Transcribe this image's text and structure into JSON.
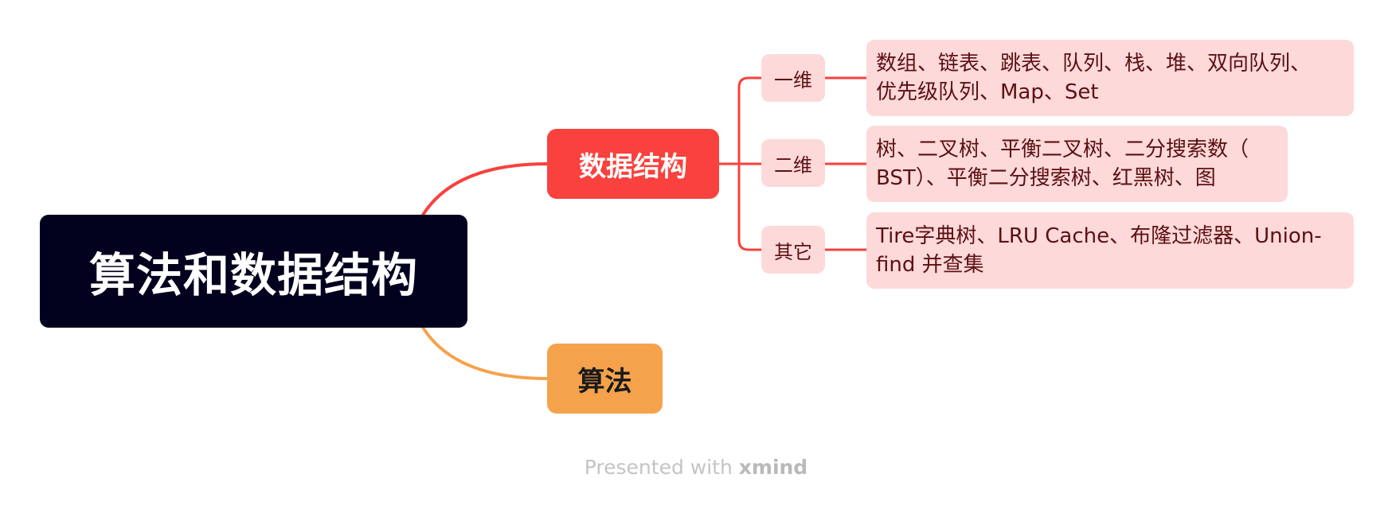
{
  "root": {
    "label": "算法和数据结构",
    "color": "#02021f"
  },
  "branches": {
    "data_structures": {
      "label": "数据结构",
      "color": "#f9413d",
      "children": [
        {
          "label": "一维",
          "detail_line1": "数组、链表、跳表、队列、栈、堆、双向队列、",
          "detail_line2": "优先级队列、Map、Set"
        },
        {
          "label": "二维",
          "detail_line1": "树、二叉树、平衡二叉树、二分搜索数（",
          "detail_line2": "BST）、平衡二分搜索树、红黑树、图"
        },
        {
          "label": "其它",
          "detail_line1": "Tire字典树、LRU Cache、布隆过滤器、Union-",
          "detail_line2": "find 并查集"
        }
      ]
    },
    "algorithms": {
      "label": "算法",
      "color": "#f5a24c"
    }
  },
  "footer": {
    "prefix": "Presented with ",
    "brand": "xmind"
  }
}
